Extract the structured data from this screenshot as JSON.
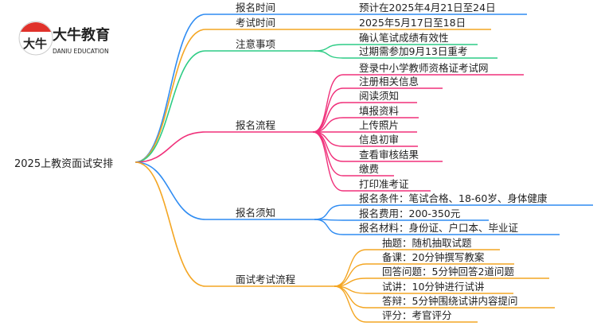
{
  "logo": {
    "brand_cn": "大牛教育",
    "brand_en": "DANIU EDUCATION",
    "mark_text": "大牛"
  },
  "root": {
    "label": "2025上教资面试安排"
  },
  "colors": {
    "blue": "#2f8cf2",
    "orange": "#f4a623",
    "green": "#2dcc85",
    "pink": "#f0307a"
  },
  "branches": [
    {
      "label": "报名时间",
      "color": "blue",
      "children": [
        "预计在2025年4月21日至24日"
      ],
      "inline": true
    },
    {
      "label": "考试时间",
      "color": "orange",
      "children": [
        "2025年5月17日至18日"
      ],
      "inline": true
    },
    {
      "label": "注意事项",
      "color": "green",
      "children": [
        "确认笔试成绩有效性",
        "过期需参加9月13日重考"
      ]
    },
    {
      "label": "报名流程",
      "color": "pink",
      "children": [
        "登录中小学教师资格证考试网",
        "注册相关信息",
        "阅读须知",
        "填报资料",
        "上传照片",
        "信息初审",
        "查看审核结果",
        "缴费",
        "打印准考证"
      ]
    },
    {
      "label": "报名须知",
      "color": "blue",
      "children": [
        "报名条件：笔试合格、18-60岁、身体健康",
        "报名费用：200-350元",
        "报名材料：身份证、户口本、毕业证"
      ]
    },
    {
      "label": "面试考试流程",
      "color": "orange",
      "children": [
        "抽题：随机抽取试题",
        "备课：20分钟撰写教案",
        "回答问题：5分钟回答2道问题",
        "试讲：10分钟进行试讲",
        "答辩：5分钟围绕试讲内容提问",
        "评分：考官评分"
      ]
    }
  ]
}
